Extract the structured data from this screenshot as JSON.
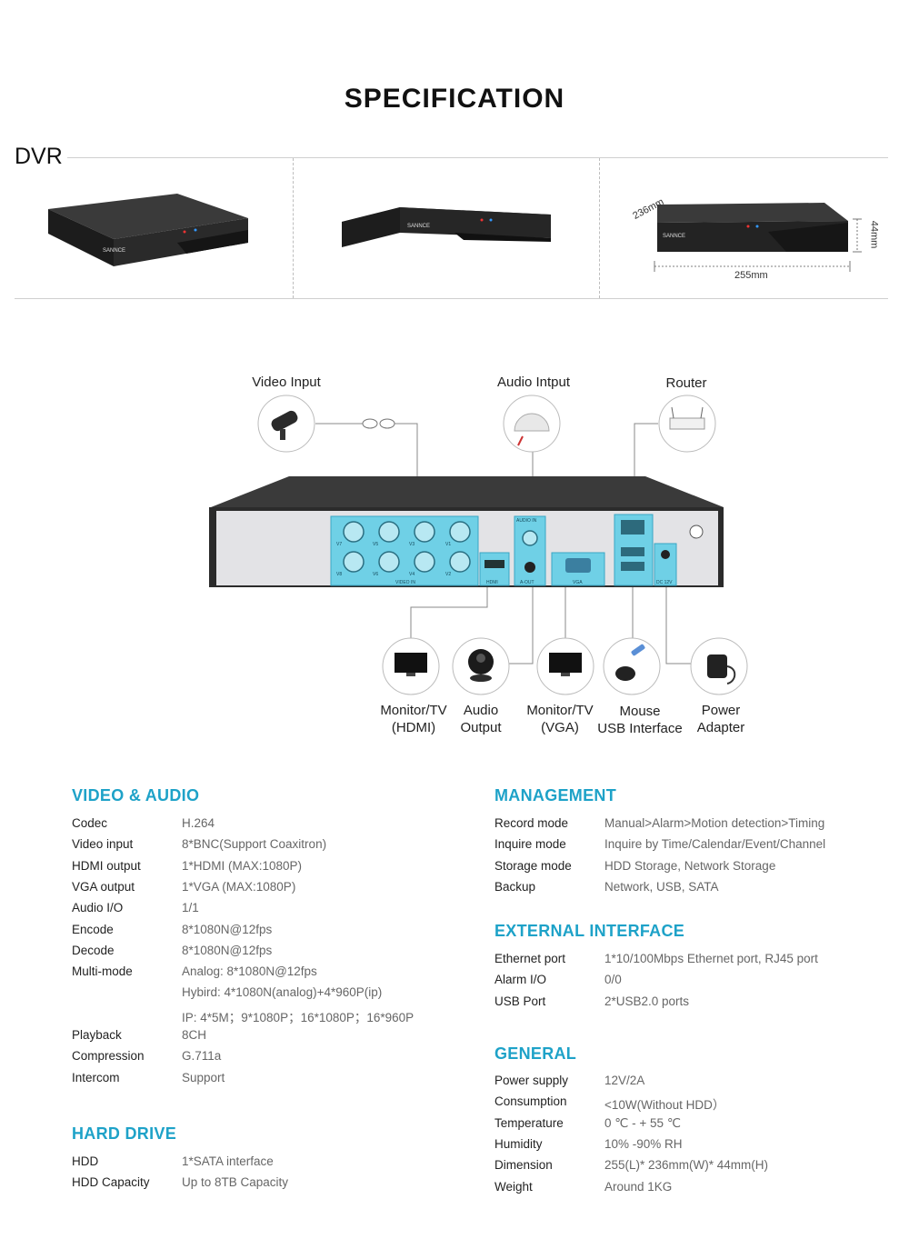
{
  "title": "SPECIFICATION",
  "dvr": {
    "label": "DVR",
    "brand": "SANNCE",
    "dims": {
      "depth": "236mm",
      "width": "255mm",
      "height": "44mm"
    }
  },
  "connections": {
    "video_input": "Video Input",
    "audio_input": "Audio Intput",
    "router": "Router",
    "monitor_hdmi": [
      "Monitor/TV",
      "(HDMI)"
    ],
    "audio_output": [
      "Audio",
      "Output"
    ],
    "monitor_vga": [
      "Monitor/TV",
      "(VGA)"
    ],
    "mouse": [
      "Mouse",
      "USB Interface"
    ],
    "power": [
      "Power",
      "Adapter"
    ],
    "panel_labels": {
      "video_in": "VIDEO IN",
      "audio_in": "AUDIO IN",
      "a_out": "A-OUT",
      "hdmi": "HDMI",
      "vga": "VGA",
      "dc": "DC 12V",
      "channels_top": [
        "V7",
        "V5",
        "V3",
        "V1"
      ],
      "channels_bottom": [
        "V8",
        "V6",
        "V4",
        "V2"
      ]
    }
  },
  "video_audio": {
    "heading": "VIDEO & AUDIO",
    "rows": [
      {
        "k": "Codec",
        "v": "H.264"
      },
      {
        "k": "Video input",
        "v": "8*BNC(Support Coaxitron)"
      },
      {
        "k": "HDMI output",
        "v": "1*HDMI (MAX:1080P)"
      },
      {
        "k": "VGA output",
        "v": "1*VGA (MAX:1080P)"
      },
      {
        "k": "Audio I/O",
        "v": "1/1"
      },
      {
        "k": "Encode",
        "v": "8*1080N@12fps"
      },
      {
        "k": "Decode",
        "v": "8*1080N@12fps"
      },
      {
        "k": "Multi-mode",
        "v": "Analog: 8*1080N@12fps"
      },
      {
        "k": "",
        "v": "Hybird: 4*1080N(analog)+4*960P(ip)"
      },
      {
        "k": "",
        "v": "IP: 4*5M；9*1080P；16*1080P；16*960P"
      },
      {
        "k": "Playback",
        "v": "8CH"
      },
      {
        "k": "Compression",
        "v": " G.711a"
      },
      {
        "k": "Intercom",
        "v": "Support"
      }
    ]
  },
  "hard_drive": {
    "heading": "HARD DRIVE",
    "rows": [
      {
        "k": "HDD",
        "v": "1*SATA interface"
      },
      {
        "k": "HDD Capacity",
        "v": "Up to 8TB Capacity"
      }
    ]
  },
  "management": {
    "heading": "MANAGEMENT",
    "rows": [
      {
        "k": "Record mode",
        "v": "Manual>Alarm>Motion detection>Timing"
      },
      {
        "k": "Inquire mode",
        "v": "Inquire by Time/Calendar/Event/Channel"
      },
      {
        "k": "Storage mode",
        "v": "HDD Storage, Network Storage"
      },
      {
        "k": "Backup",
        "v": "Network, USB, SATA"
      }
    ]
  },
  "external_interface": {
    "heading": "EXTERNAL INTERFACE",
    "rows": [
      {
        "k": "Ethernet port",
        "v": "1*10/100Mbps Ethernet port, RJ45 port"
      },
      {
        "k": "Alarm I/O",
        "v": "0/0"
      },
      {
        "k": "USB Port",
        "v": "2*USB2.0 ports"
      }
    ]
  },
  "general": {
    "heading": "GENERAL",
    "rows": [
      {
        "k": "Power supply",
        "v": "12V/2A"
      },
      {
        "k": "Consumption",
        "v": "<10W(Without HDD）"
      },
      {
        "k": "Temperature",
        "v": "0 ℃ - + 55 ℃"
      },
      {
        "k": "Humidity",
        "v": "10% -90% RH"
      },
      {
        "k": "Dimension",
        "v": "255(L)* 236mm(W)* 44mm(H)"
      },
      {
        "k": "Weight",
        "v": "Around 1KG"
      }
    ]
  }
}
